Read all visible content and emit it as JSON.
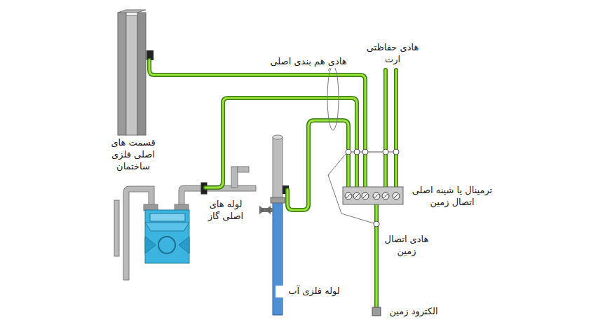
{
  "diagram": {
    "labels": [
      "هادی حفاظتی ارت",
      "هادی هم بندی اصلی",
      "قسمت های اصلی فلزی ساختمان",
      "لوله های اصلی گاز",
      "لوله فلزی آب",
      "ترمینال یا شینه اصلی اتصال زمین",
      "هادی اتصال زمین",
      "الکترود زمین"
    ]
  }
}
